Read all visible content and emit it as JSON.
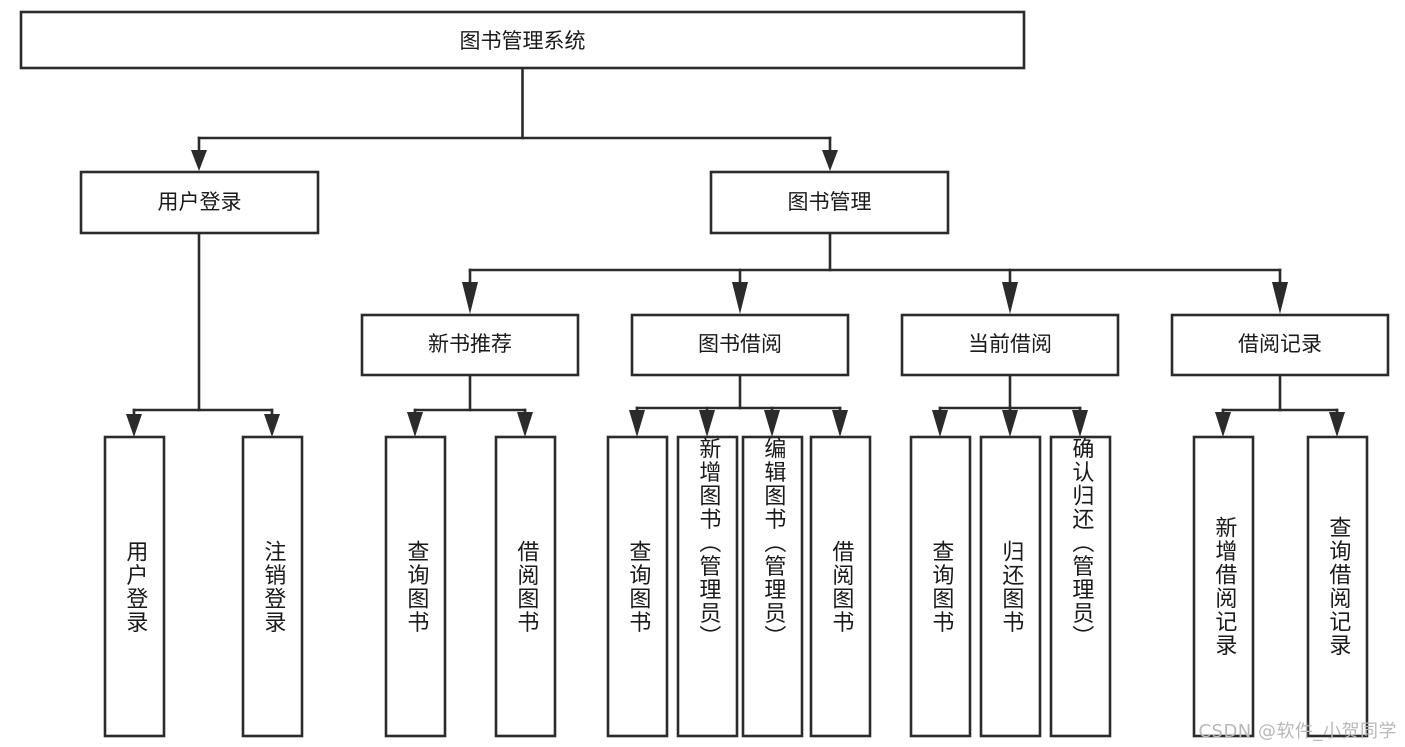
{
  "diagram": {
    "title": "图书管理系统",
    "watermark": "CSDN @软件_小贺同学",
    "colors": {
      "stroke": "#2b2b2b",
      "box_fill": "#ffffff",
      "text": "#1a1a1a",
      "background": "#ffffff",
      "watermark": "#b9b9b9"
    },
    "root": {
      "label": "图书管理系统"
    },
    "level2": [
      {
        "label": "用户登录"
      },
      {
        "label": "图书管理"
      }
    ],
    "level3": [
      {
        "label": "新书推荐"
      },
      {
        "label": "图书借阅"
      },
      {
        "label": "当前借阅"
      },
      {
        "label": "借阅记录"
      }
    ],
    "leaves": {
      "user_login": [
        {
          "label": "用户登录"
        },
        {
          "label": "注销登录"
        }
      ],
      "new_book_recommend": [
        {
          "label": "查询图书"
        },
        {
          "label": "借阅图书"
        }
      ],
      "book_borrow": [
        {
          "label": "查询图书"
        },
        {
          "label": "新增图书（管理员）"
        },
        {
          "label": "编辑图书（管理员）"
        },
        {
          "label": "借阅图书"
        }
      ],
      "current_borrow": [
        {
          "label": "查询图书"
        },
        {
          "label": "归还图书"
        },
        {
          "label": "确认归还（管理员）"
        }
      ],
      "borrow_record": [
        {
          "label": "新增借阅记录"
        },
        {
          "label": "查询借阅记录"
        }
      ]
    }
  }
}
